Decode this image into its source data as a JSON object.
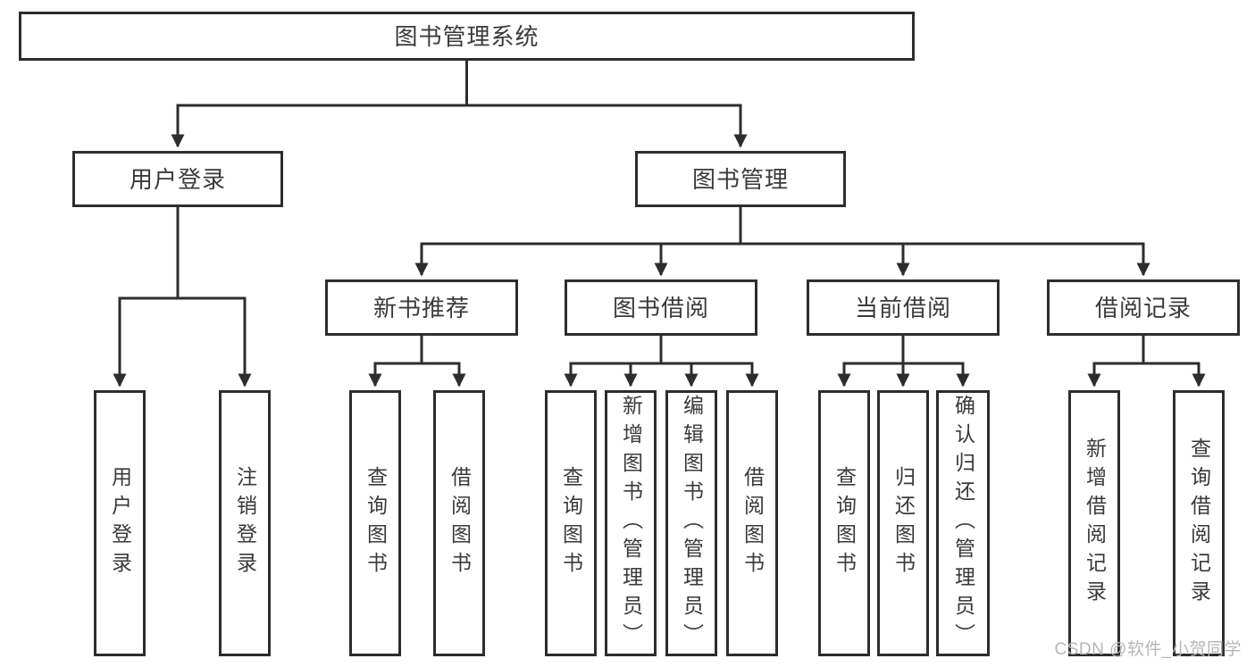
{
  "diagram": {
    "type": "hierarchy-tree",
    "colors": {
      "line": "#2d2d2d",
      "box_border": "#2d2d2d",
      "text": "#3a3a3a",
      "background": "#ffffff",
      "watermark": "#b6b6ba"
    },
    "hierarchy": {
      "root": "图书管理系统",
      "children": [
        {
          "label": "用户登录",
          "children": [
            "用户登录",
            "注销登录"
          ]
        },
        {
          "label": "图书管理",
          "children": [
            {
              "label": "新书推荐",
              "children": [
                "查询图书",
                "借阅图书"
              ]
            },
            {
              "label": "图书借阅",
              "children": [
                "查询图书",
                "新增图书（管理员）",
                "编辑图书（管理员）",
                "借阅图书"
              ]
            },
            {
              "label": "当前借阅",
              "children": [
                "查询图书",
                "归还图书",
                "确认归还（管理员）"
              ]
            },
            {
              "label": "借阅记录",
              "children": [
                "新增借阅记录",
                "查询借阅记录"
              ]
            }
          ]
        }
      ]
    },
    "watermark": {
      "text": "CSDN @软件_小贺同学"
    }
  }
}
